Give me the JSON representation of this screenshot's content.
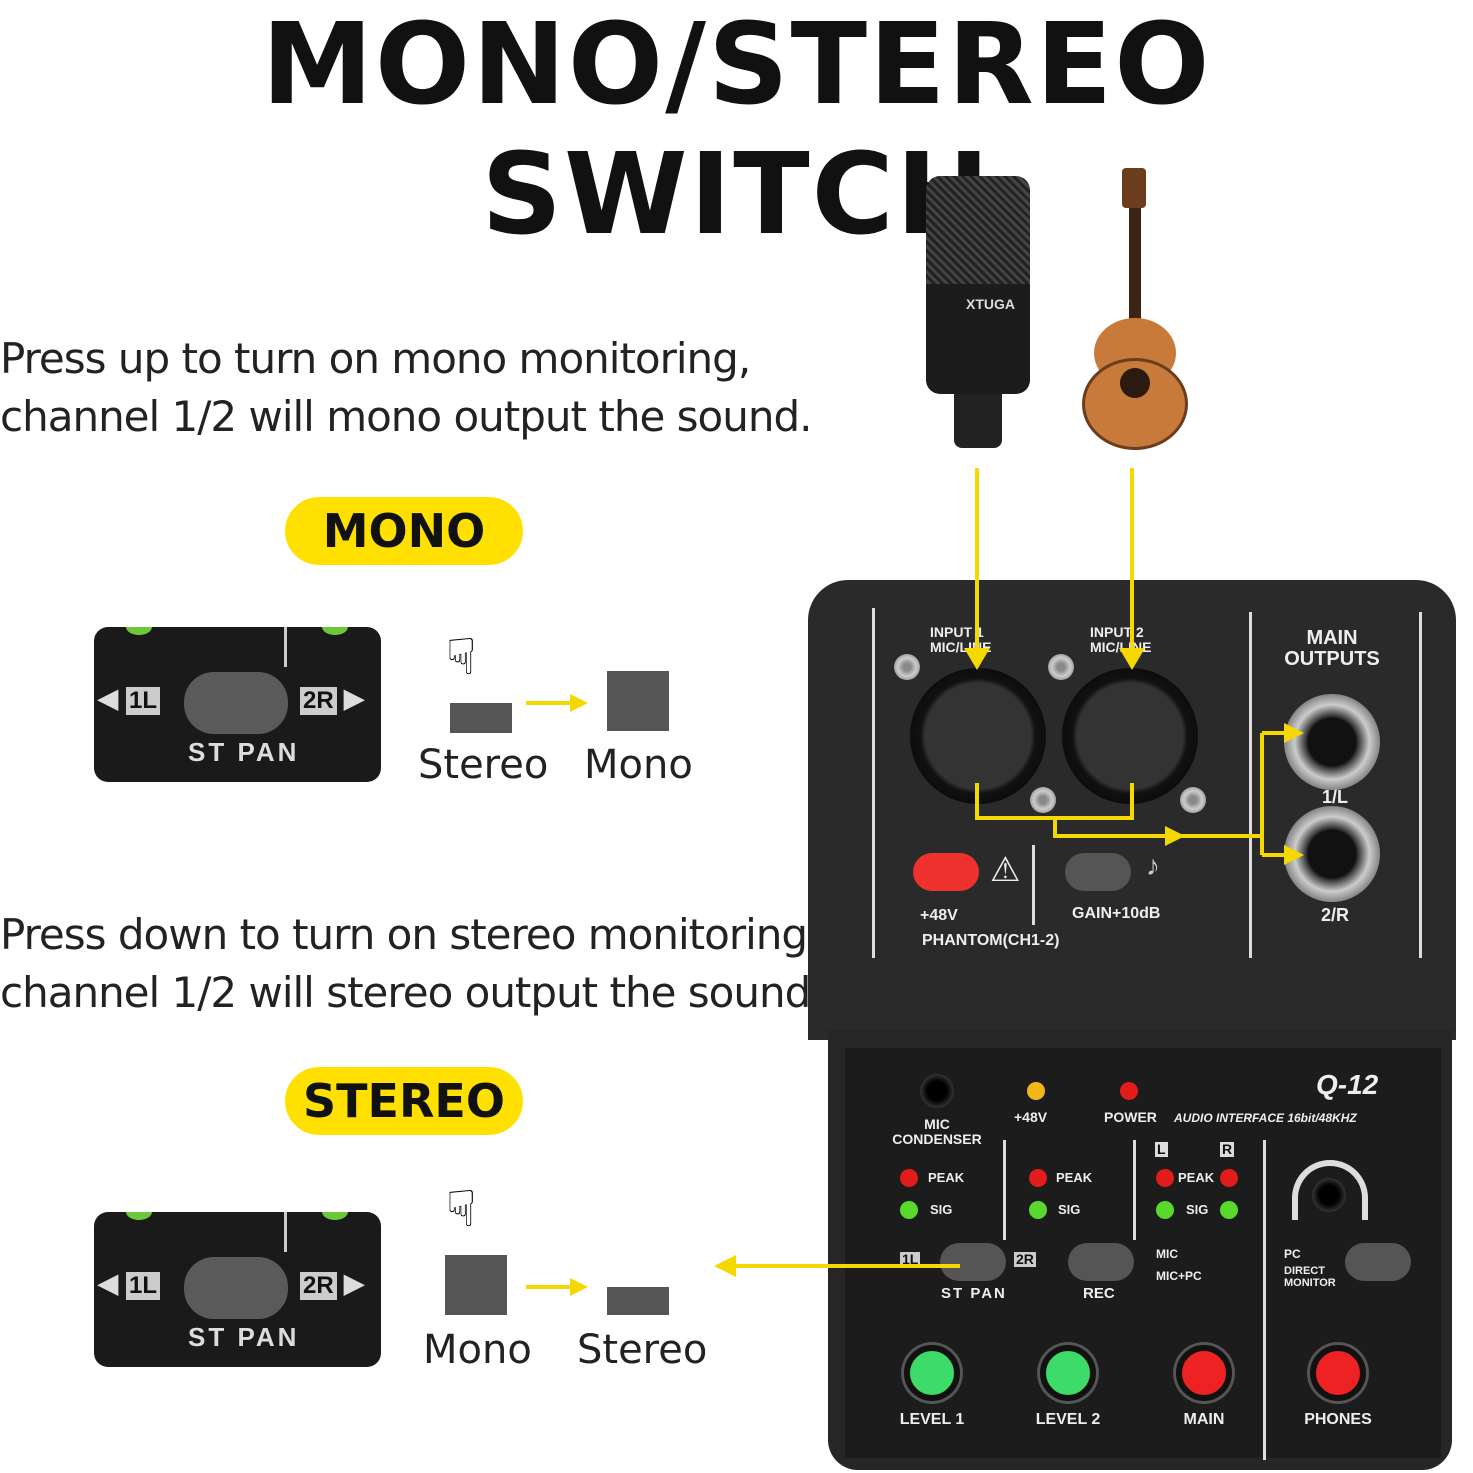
{
  "title": "MONO/STEREO SWITCH",
  "mono_section": {
    "description_line1": "Press up to turn on mono monitoring,",
    "description_line2": "channel 1/2 will mono output the sound.",
    "badge": "MONO",
    "from_label": "Stereo",
    "to_label": "Mono"
  },
  "stereo_section": {
    "description_line1": "Press down to turn on stereo monitoring,",
    "description_line2": "channel 1/2 will stereo output the sound.",
    "badge": "STEREO",
    "from_label": "Mono",
    "to_label": "Stereo"
  },
  "switch_closeup": {
    "left": "1L",
    "right": "2R",
    "label": "ST PAN"
  },
  "device": {
    "mic_brand": "XTUGA",
    "input1": "INPUT 1\nMIC/LINE",
    "input2": "INPUT 2\nMIC/LINE",
    "main_outputs": "MAIN\nOUTPUTS",
    "out_l": "1/L",
    "out_r": "2/R",
    "phantom": "+48V",
    "phantom_sub": "PHANTOM(CH1-2)",
    "gain": "GAIN+10dB",
    "mic_condenser": "MIC\nCONDENSER",
    "led_48v": "+48V",
    "power": "POWER",
    "model": "Q-12",
    "subtitle": "AUDIO INTERFACE 16bit/48KHZ",
    "peak": "PEAK",
    "sig": "SIG",
    "l": "L",
    "r": "R",
    "st_pan": "ST PAN",
    "one_l": "1L",
    "two_r": "2R",
    "rec": "REC",
    "mic": "MIC",
    "mic_pc": "MIC+PC",
    "pc": "PC",
    "direct_monitor": "DIRECT\nMONITOR",
    "knobs": [
      "LEVEL 1",
      "LEVEL 2",
      "MAIN",
      "PHONES"
    ]
  },
  "colors": {
    "accent": "#ffe000",
    "arrow": "#f5d800",
    "green_knob": "#3ddc6a",
    "red_knob": "#ee2222"
  }
}
